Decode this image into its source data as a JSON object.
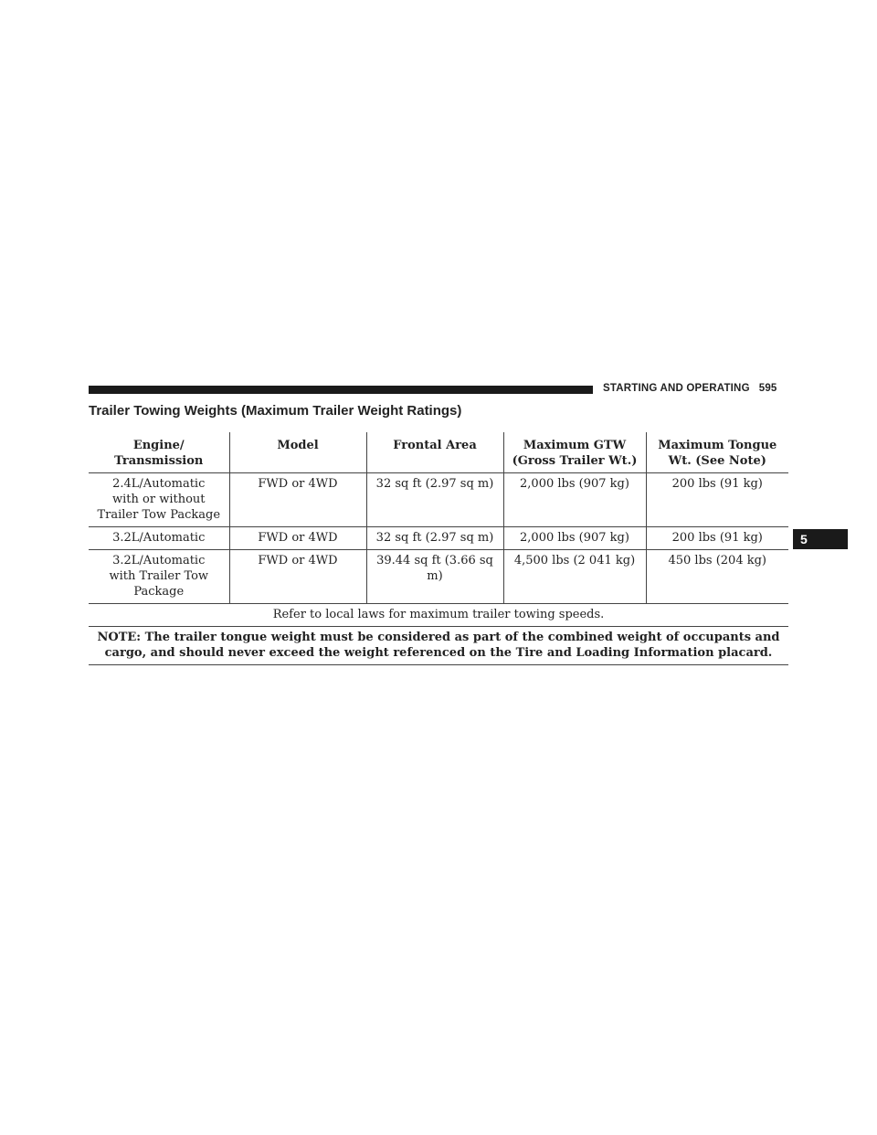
{
  "header": {
    "section": "STARTING AND OPERATING",
    "page_number": "595"
  },
  "chapter_tab": "5",
  "title": "Trailer Towing Weights (Maximum Trailer Weight Ratings)",
  "table": {
    "columns": [
      [
        "Engine/",
        "Transmission"
      ],
      [
        "Model"
      ],
      [
        "Frontal Area"
      ],
      [
        "Maximum GTW",
        "(Gross Trailer Wt.)"
      ],
      [
        "Maximum Tongue",
        "Wt. (See Note)"
      ]
    ],
    "rows": [
      {
        "engine": [
          "2.4L/Automatic",
          "with or without",
          "Trailer Tow Package"
        ],
        "model": "FWD or 4WD",
        "frontal_area": [
          "32 sq ft (2.97 sq m)"
        ],
        "max_gtw": "2,000 lbs (907 kg)",
        "max_tongue": "200 lbs (91 kg)"
      },
      {
        "engine": [
          "3.2L/Automatic"
        ],
        "model": "FWD or 4WD",
        "frontal_area": [
          "32 sq ft (2.97 sq m)"
        ],
        "max_gtw": "2,000 lbs (907 kg)",
        "max_tongue": "200 lbs (91 kg)"
      },
      {
        "engine": [
          "3.2L/Automatic",
          "with Trailer Tow",
          "Package"
        ],
        "model": "FWD or 4WD",
        "frontal_area": [
          "39.44 sq ft (3.66 sq",
          "m)"
        ],
        "max_gtw": "4,500 lbs (2 041 kg)",
        "max_tongue": "450 lbs (204 kg)"
      }
    ],
    "footer_text": "Refer to local laws for maximum trailer towing speeds.",
    "note_lines": [
      "NOTE: The trailer tongue weight must be considered as part of the combined weight of occupants and",
      "cargo, and should never exceed the weight referenced on the Tire and Loading Information placard."
    ]
  }
}
